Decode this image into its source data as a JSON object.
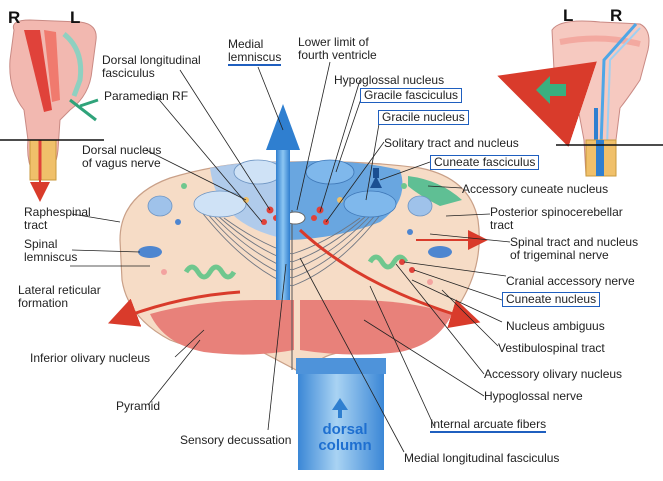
{
  "orientation": {
    "left_inset": {
      "r": "R",
      "l": "L"
    },
    "right_inset": {
      "l": "L",
      "r": "R"
    }
  },
  "labels": {
    "medial_lemniscus": "Medial\nlemniscus",
    "lower_limit": "Lower limit of\nfourth ventricle",
    "dorsal_longitudinal": "Dorsal longitudinal\nfasciculus",
    "paramedian_rf": "Paramedian RF",
    "hypoglossal_nucleus": "Hypoglossal nucleus",
    "gracile_fasciculus": "Gracile fasciculus",
    "gracile_nucleus": "Gracile nucleus",
    "solitary": "Solitary tract and nucleus",
    "dorsal_nucleus_vagus": "Dorsal nucleus\nof vagus nerve",
    "cuneate_fasciculus": "Cuneate fasciculus",
    "accessory_cuneate": "Accessory cuneate nucleus",
    "raphespinal": "Raphespinal\ntract",
    "posterior_spinocerebellar": "Posterior spinocerebellar\ntract",
    "spinal_lemniscus": "Spinal\nlemniscus",
    "spinal_trigeminal": "Spinal tract and nucleus\nof trigeminal nerve",
    "lateral_reticular": "Lateral reticular\nformation",
    "cranial_accessory": "Cranial accessory nerve",
    "cuneate_nucleus": "Cuneate nucleus",
    "nucleus_ambiguus": "Nucleus ambiguus",
    "inferior_olivary": "Inferior olivary nucleus",
    "vestibulospinal": "Vestibulospinal tract",
    "accessory_olivary": "Accessory olivary nucleus",
    "pyramid": "Pyramid",
    "hypoglossal_nerve": "Hypoglossal nerve",
    "sensory_decussation": "Sensory decussation",
    "internal_arcuate": "Internal arcuate fibers",
    "dorsal_column": "dorsal\ncolumn",
    "medial_longitudinal": "Medial longitudinal fasciculus"
  },
  "colors": {
    "highlight_box": "#1f5fbf",
    "dorsal_column_blue": "#5aa9e6",
    "arrow_red": "#d93b2b",
    "pyramid_red": "#e8817a",
    "tegmentum": "#f6dcc6"
  }
}
